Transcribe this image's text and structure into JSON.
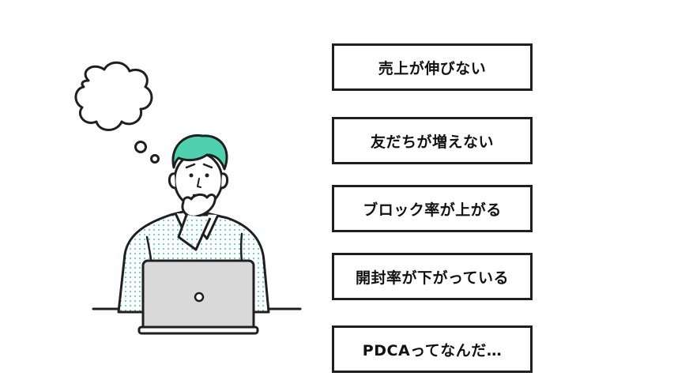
{
  "concerns": [
    {
      "label": "売上が伸びない"
    },
    {
      "label": "友だちが増えない"
    },
    {
      "label": "ブロック率が上がる"
    },
    {
      "label": "開封率が下がっている"
    },
    {
      "label": "PDCAってなんだ…"
    }
  ],
  "illustration": {
    "subject": "worried-man-at-laptop",
    "hair_color": "#4fd1b0",
    "line_color": "#1f1f1f",
    "shirt_dot_color": "#5fd3b8",
    "laptop_color": "#d9d9d9"
  }
}
